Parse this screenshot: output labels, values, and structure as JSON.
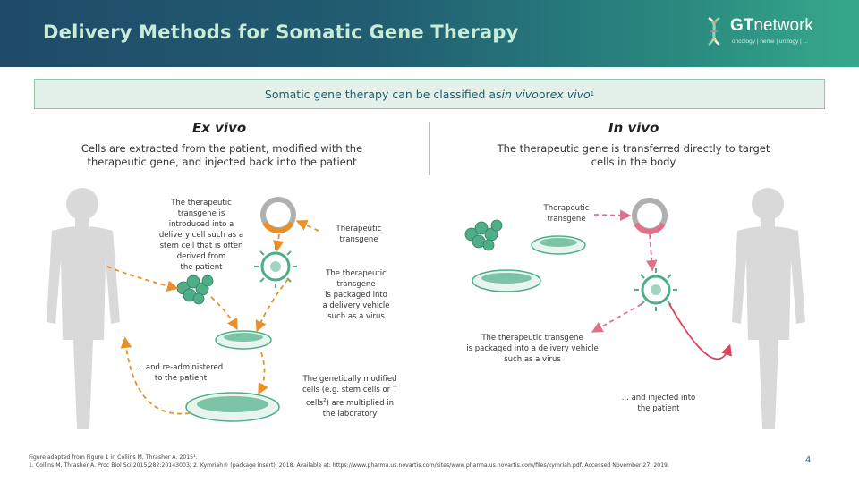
{
  "header": {
    "title": "Delivery Methods for Somatic Gene Therapy",
    "logo": {
      "brand_bold": "GT",
      "brand_rest": "network",
      "tagline": "oncology | heme | urology | ..."
    }
  },
  "banner": {
    "text_pre": "Somatic gene therapy can be classified as ",
    "in_vivo": "in vivo",
    "or": " or ",
    "ex_vivo": "ex vivo",
    "ref": "1"
  },
  "ex_vivo": {
    "heading": "Ex vivo",
    "description_line1": "Cells are extracted from the patient, modified with the",
    "description_line2": "therapeutic gene, and injected back into the patient",
    "label_introduced": [
      "The therapeutic",
      "transgene is",
      "introduced into a",
      "delivery cell such as a",
      "stem cell that is often",
      "derived from",
      "the patient"
    ],
    "label_transgene": [
      "Therapeutic",
      "transgene"
    ],
    "label_packaged": [
      "The therapeutic",
      "transgene",
      "is packaged into",
      "a delivery vehicle",
      "such as a virus"
    ],
    "label_readminister": [
      "...and re-administered",
      "to the patient"
    ],
    "label_multiplied_line1": "The genetically modified",
    "label_multiplied_line2": "cells (e.g. stem cells or T",
    "label_multiplied_line3_pre": "cells",
    "label_multiplied_line3_sup": "2",
    "label_multiplied_line3_post": ") are multiplied in",
    "label_multiplied_line4": "the laboratory"
  },
  "in_vivo": {
    "heading": "In vivo",
    "description_line1": "The therapeutic gene is transferred directly to target",
    "description_line2": "cells in the body",
    "label_transgene": [
      "Therapeutic",
      "transgene"
    ],
    "label_packaged": [
      "The therapeutic transgene",
      "is packaged into a delivery vehicle",
      "such as a virus"
    ],
    "label_injected": [
      "... and injected into",
      "the patient"
    ]
  },
  "footnote": {
    "line1": "Figure adapted from Figure 1 in Collins M, Thrasher A. 2015¹.",
    "line2": "1. Collins M, Thrasher A. Proc Biol Sci 2015;282:20143003; 2. Kymriah® (package insert). 2018. Available at: https://www.pharma.us.novartis.com/sites/www.pharma.us.novartis.com/files/kymriah.pdf. Accessed November 27, 2019."
  },
  "page_number": "4",
  "colors": {
    "header_start": "#1f4a68",
    "header_end": "#37a98a",
    "title": "#c9ecd9",
    "banner_bg": "#e4f1ea",
    "arrow_orange": "#e8912a",
    "arrow_pink": "#e2708a",
    "cell_green": "#4fae88",
    "body_grey": "#d9d9d9"
  }
}
